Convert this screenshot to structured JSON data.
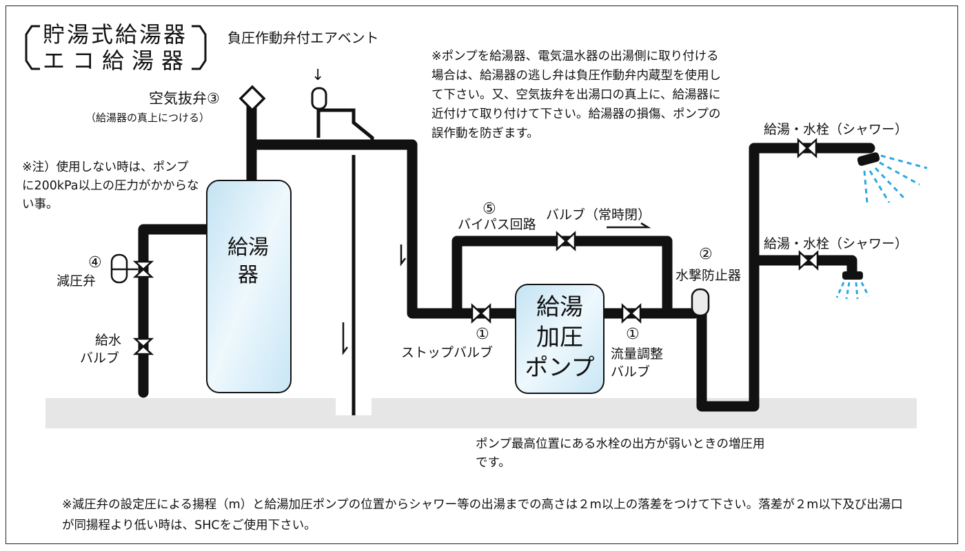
{
  "title": {
    "line1": "貯湯式給湯器",
    "line2": "エコ給湯器"
  },
  "labels": {
    "air_vent": "負圧作動弁付エアベント",
    "air_vent_arrow": "↓",
    "air_release_valve": "空気抜弁③",
    "air_release_note": "（給湯器の真上につける）",
    "water_heater": "給湯器",
    "pressure_reducing_valve_num": "④",
    "pressure_reducing_valve": "減圧弁",
    "supply_valve_line1": "給水",
    "supply_valve_line2": "バルブ",
    "bypass_num": "⑤",
    "bypass": "バイパス回路",
    "bypass_valve": "バルブ（常時閉）",
    "pump_line1": "給湯",
    "pump_line2": "加圧",
    "pump_line3": "ポンプ",
    "stop_valve_num": "①",
    "stop_valve": "ストップバルブ",
    "flow_valve_num": "①",
    "flow_valve_line1": "流量調整",
    "flow_valve_line2": "バルブ",
    "hammer_num": "②",
    "hammer": "水撃防止器",
    "faucet_top": "給湯・水栓（シャワー）",
    "faucet_mid": "給湯・水栓（シャワー）"
  },
  "notes": {
    "pump_note": "※ポンプを給湯器、電気温水器の出湯側に取り付ける場合は、給湯器の逃し弁は負圧作動弁内蔵型を使用して下さい。又、空気抜弁を出湯口の真上に、給湯器に近付けて取り付けて下さい。給湯器の損傷、ポンプの誤作動を防ぎます。",
    "caution_note": "※注）使用しない時は、ポンプに200kPa以上の圧力がかからない事。",
    "purpose_note": "ポンプ最高位置にある水栓の出方が弱いときの増圧用です。",
    "footer_note": "※減圧弁の設定圧による揚程（m）と給湯加圧ポンプの位置からシャワー等の出湯までの高さは２m以上の落差をつけて下さい。落差が２m以下及び出湯口が同揚程より低い時は、SHCをご使用下さい。"
  },
  "colors": {
    "pipe": "#111111",
    "tank_fill": "#d4ecf7",
    "floor": "#e6e6e6",
    "spray": "#2aa7e0"
  }
}
